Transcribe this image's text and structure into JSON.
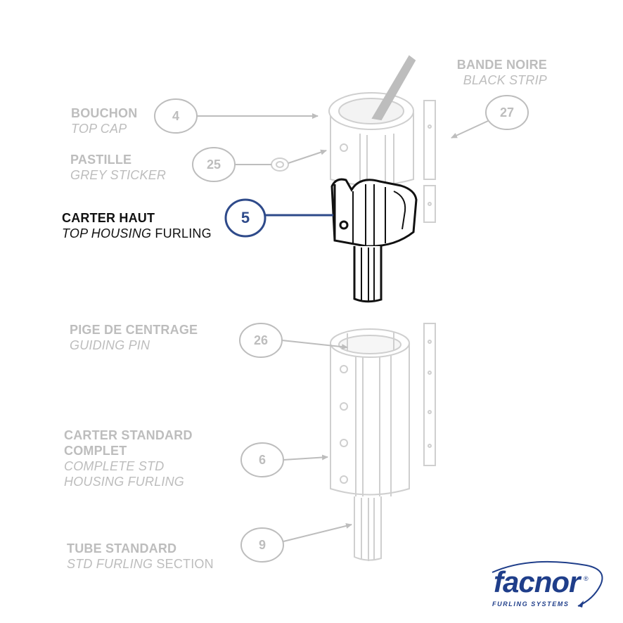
{
  "parts": {
    "top_cap": {
      "number": "4",
      "fr": "BOUCHON",
      "en": "TOP CAP"
    },
    "black_strip": {
      "number": "27",
      "fr": "BANDE NOIRE",
      "en": "BLACK STRIP"
    },
    "grey_sticker": {
      "number": "25",
      "fr": "PASTILLE",
      "en": "GREY STICKER"
    },
    "top_housing": {
      "number": "5",
      "fr": "CARTER HAUT",
      "en_italic": "TOP HOUSING",
      "en_plain": "FURLING"
    },
    "guiding_pin": {
      "number": "26",
      "fr": "PIGE DE CENTRAGE",
      "en": "GUIDING PIN"
    },
    "std_housing": {
      "number": "6",
      "fr_line1": "CARTER STANDARD",
      "fr_line2": "COMPLET",
      "en_line1": "COMPLETE STD",
      "en_line2": "HOUSING FURLING"
    },
    "std_tube": {
      "number": "9",
      "fr": "TUBE STANDARD",
      "en_italic": "STD FURLING",
      "en_plain": "SECTION"
    }
  },
  "logo": {
    "brand": "facnor",
    "registered": "®",
    "tagline": "FURLING SYSTEMS"
  },
  "colors": {
    "dim_text": "#bdbdbd",
    "active_text": "#111111",
    "highlight": "#2e4a8a",
    "brand": "#1f3e8a"
  }
}
